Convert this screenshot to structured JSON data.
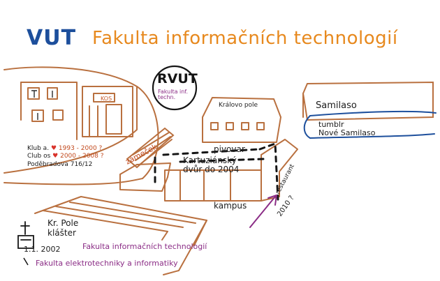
{
  "title": {
    "vut": "VUT",
    "faculty": "Fakulta informačních technologií"
  },
  "logo": {
    "main": "RVUT",
    "sub": "Fakulta inf. techn."
  },
  "building_left": {
    "sign": "KOS"
  },
  "club": {
    "line1_name": "Klub a.",
    "line1_years": "1993 - 2000 ?",
    "line2_name": "Club os",
    "line2_years": "2000 - 2008 ?",
    "address": "Poděbradova 716/12"
  },
  "kralovo_pole": "Královo pole",
  "samilaso": {
    "title": "Samilaso",
    "tumblr": "tumblr",
    "nove": "Nové Samilaso"
  },
  "campus": {
    "pivovar": "pivovar",
    "zamecek": "zámeček",
    "kartuz_1": "Kartuziánský",
    "kartuz_2": "dvůr do 2004",
    "kampus": "kampus",
    "restaurant": "restaurant",
    "year": "2010 ?"
  },
  "church": {
    "line1": "Kr. Pole",
    "line2": "klášter"
  },
  "history": {
    "date": "1.1. 2002",
    "fit": "Fakulta informačních technologií",
    "feki": "Fakulta elektrotechniky a informatiky"
  },
  "colors": {
    "brown": "#b9703f",
    "blue": "#1d4f9c",
    "orange": "#e7891e",
    "purple": "#8b2d86",
    "red": "#d9332b"
  }
}
